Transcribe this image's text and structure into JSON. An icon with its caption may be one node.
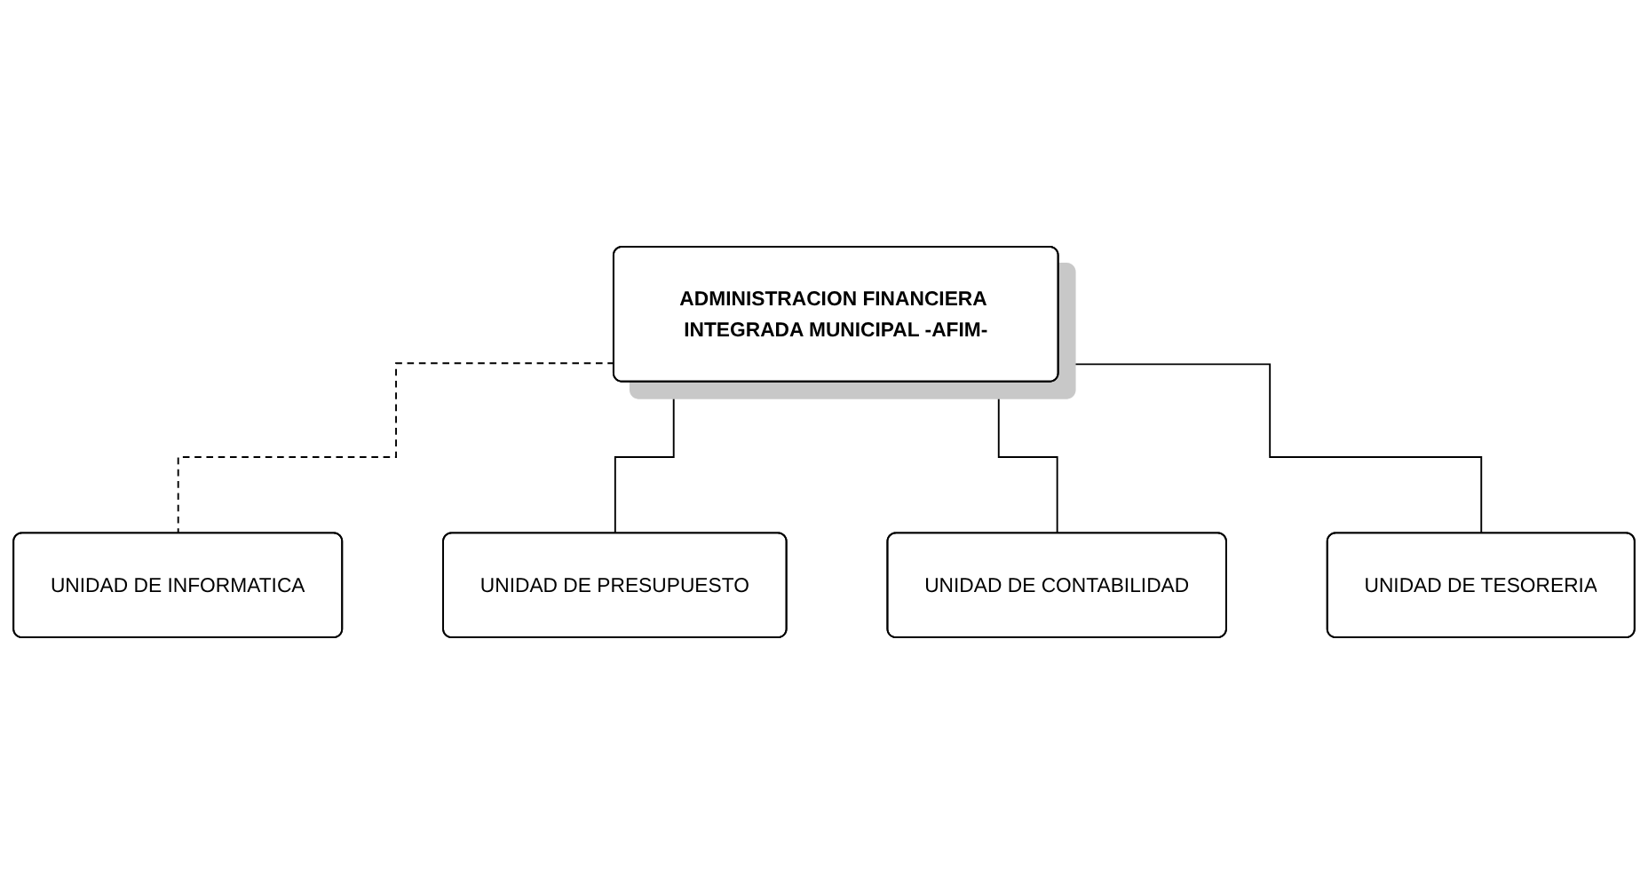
{
  "diagram": {
    "nodes": [
      {
        "text": [
          "ADMINISTRACION FINANCIERA INTEGRADA MUNICIPAL -AFIM-"
        ]
      },
      {
        "text": [
          "UNIDAD DE INFORMATICA"
        ]
      },
      {
        "text": [
          "UNIDAD DE PRESUPUESTO"
        ]
      },
      {
        "text": [
          "UNIDAD DE CONTABILIDAD"
        ]
      },
      {
        "text": [
          "UNIDAD DE TESORERIA"
        ]
      }
    ],
    "edges": [
      {
        "from": 0,
        "to": 1,
        "arrow": "none",
        "style": "dashed"
      },
      {
        "from": 0,
        "to": 2,
        "arrow": "none"
      },
      {
        "from": 0,
        "to": 3,
        "arrow": "none"
      },
      {
        "from": 0,
        "to": 4,
        "arrow": "none"
      }
    ]
  }
}
